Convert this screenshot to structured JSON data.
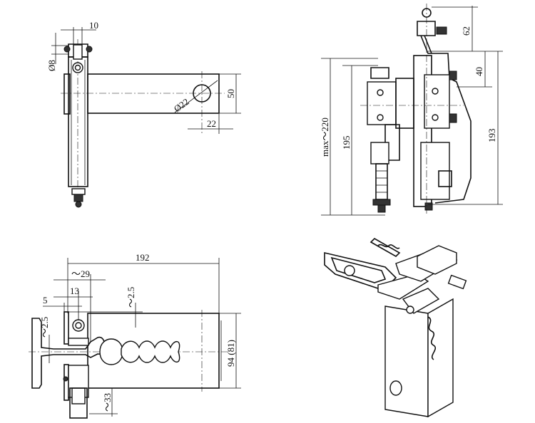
{
  "views": {
    "front": {
      "dim_width": "10",
      "dim_pin": "Ø8",
      "dim_hole": "Ø22",
      "dim_arm_height": "50",
      "dim_hole_offset": "22"
    },
    "side": {
      "dim_top": "62",
      "dim_upper": "40",
      "dim_max_height": "max～220",
      "dim_height": "195",
      "dim_right_height": "193"
    },
    "plan": {
      "dim_length": "192",
      "dim_approx_29": "～29",
      "dim_13": "13",
      "dim_5": "5",
      "dim_gap_top": "～2.5",
      "dim_gap_rail": "～2.5",
      "dim_height": "94 (81)",
      "dim_bottom": "～33"
    }
  }
}
